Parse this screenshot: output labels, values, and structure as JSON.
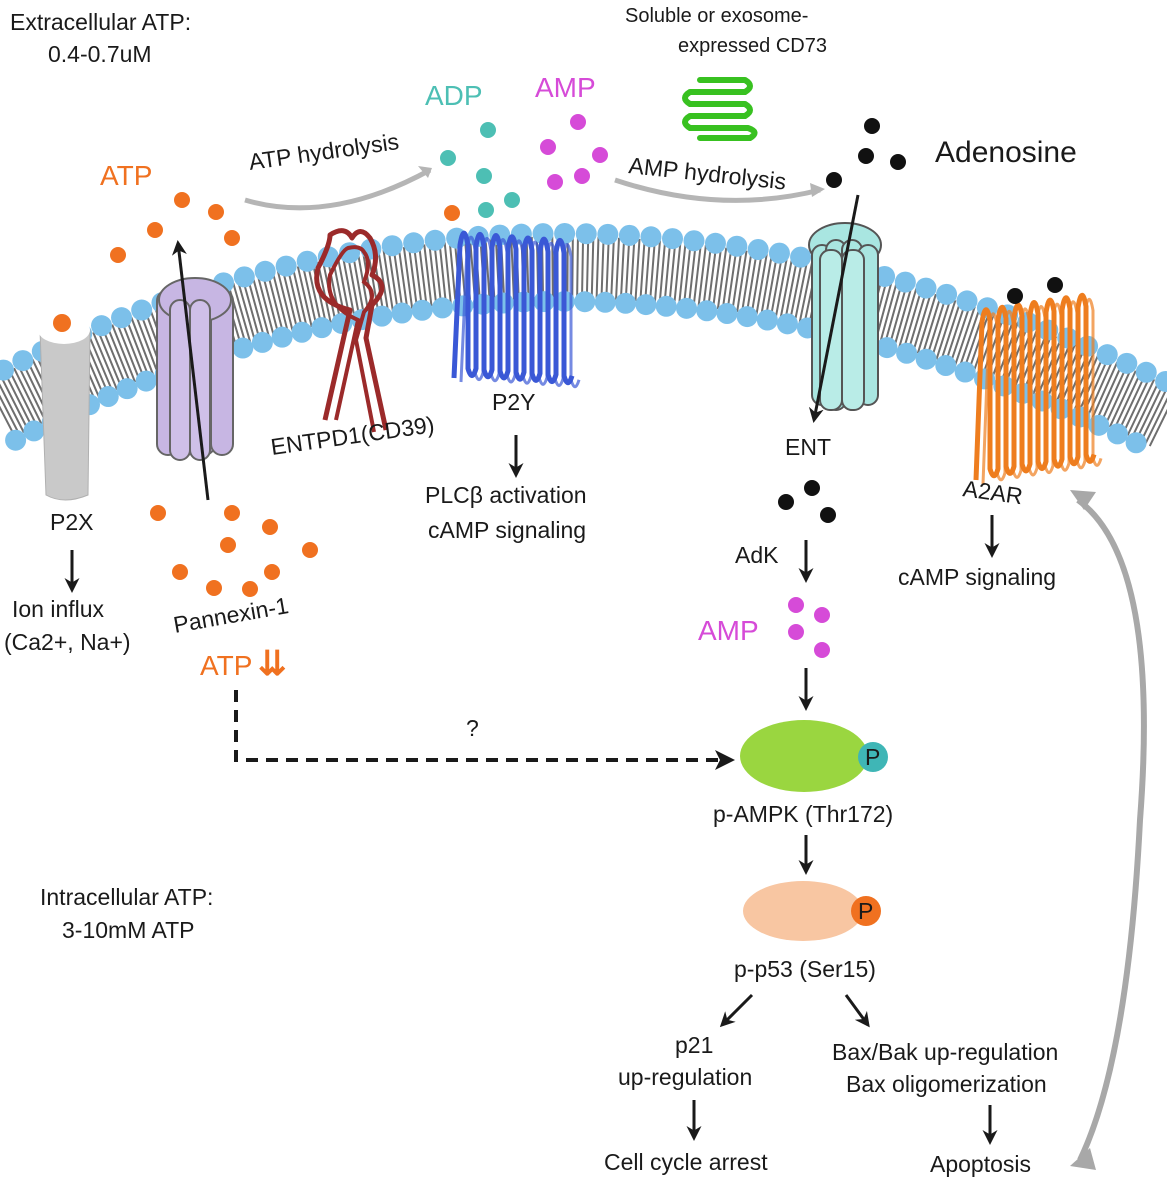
{
  "colors": {
    "atp": "#f07120",
    "adp": "#4dbfb4",
    "amp": "#d64bd8",
    "adenosine": "#111111",
    "lipid_head": "#7cc0ea",
    "lipid_tail": "#555555",
    "p2x": "#c9c9c9",
    "pannexin": "#c7b6e3",
    "entpd1": "#9b2a2a",
    "p2y": "#3a58d6",
    "ent": "#a9e6e1",
    "a2ar": "#ee7d1e",
    "cd73": "#38c120",
    "ampk": "#9ad640",
    "p53": "#f8c6a2",
    "phospho_ampk": "#3fb6b6",
    "phospho_p53": "#f07120"
  },
  "labels": {
    "extracellular_line1": "Extracellular ATP:",
    "extracellular_line2": "0.4-0.7uM",
    "intracellular_line1": "Intracellular ATP:",
    "intracellular_line2": "3-10mM ATP",
    "atp_out": "ATP",
    "adp": "ADP",
    "amp_out": "AMP",
    "adenosine": "Adenosine",
    "cd73_line1": "Soluble or exosome-",
    "cd73_line2": "expressed CD73",
    "atp_hydrolysis": "ATP hydrolysis",
    "amp_hydrolysis": "AMP hydrolysis",
    "p2x": "P2X",
    "ion_influx_line1": "Ion influx",
    "ion_influx_line2": "(Ca2+, Na+)",
    "pannexin": "Pannexin-1",
    "atp_in": "ATP",
    "atp_down_arrows": "⇊",
    "question": "?",
    "entpd1": "ENTPD1(CD39)",
    "p2y": "P2Y",
    "plc_line1": "PLCβ activation",
    "plc_line2": "cAMP signaling",
    "ent": "ENT",
    "adk": "AdK",
    "amp_in": "AMP",
    "a2ar": "A2AR",
    "a2ar_signal": "cAMP signaling",
    "phospho": "P",
    "p_ampk": "p-AMPK (Thr172)",
    "p_p53": "p-p53 (Ser15)",
    "p21_line1": "p21",
    "p21_line2": "up-regulation",
    "bax_line1": "Bax/Bak up-regulation",
    "bax_line2": "Bax oligomerization",
    "cell_cycle": "Cell cycle arrest",
    "apoptosis": "Apoptosis"
  }
}
